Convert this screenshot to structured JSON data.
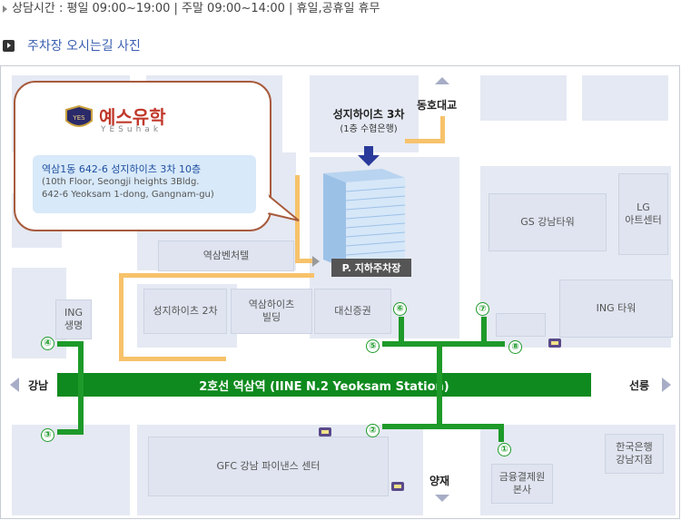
{
  "hours": {
    "text": "상담시간 : 평일 09:00~19:00 | 주말 09:00~14:00 | 휴일,공휴일 휴무"
  },
  "section": {
    "title": "주차장 오시는길 사진"
  },
  "callout": {
    "logo_ko": "예스유학",
    "logo_en": "YESuhak",
    "logo_badge": "YES",
    "address_ko": "역삼1동 642-6 성지하이츠 3차 10층",
    "address_en": "(10th Floor, Seongji heights 3Bldg.\n642-6 Yeoksam 1-dong, Gangnam-gu)"
  },
  "target": {
    "name": "성지하이츠 3차",
    "sub": "(1층 수협은행)",
    "parking": "P. 지하주차장"
  },
  "directions": {
    "north": "동호대교",
    "south": "양재",
    "west": "강남",
    "east": "선릉"
  },
  "station": {
    "label": "2호선 역삼역 (IINE N.2 Yeoksam Station)"
  },
  "buildings": {
    "yeoksam_venture": "역삼벤처텔",
    "seongji2": "성지하이츠 2차",
    "yeoksam_heights": "역삼하이츠\n빌딩",
    "daishin": "대신증권",
    "ing_life": "ING\n생명",
    "gs_tower": "GS 강남타워",
    "lg_art": "LG\n아트센터",
    "ing_tower": "ING 타워",
    "gfc": "GFC 강남 파이낸스 센터",
    "kftc": "금융결제원\n본사",
    "bok": "한국은행\n강남지점"
  },
  "exits": [
    "①",
    "②",
    "③",
    "④",
    "⑤",
    "⑥",
    "⑦",
    "⑧"
  ],
  "colors": {
    "accent": "#3a5fb0",
    "subway": "#1e9a2a",
    "route": "#f7c26b",
    "callout_border": "#a85b3d"
  }
}
